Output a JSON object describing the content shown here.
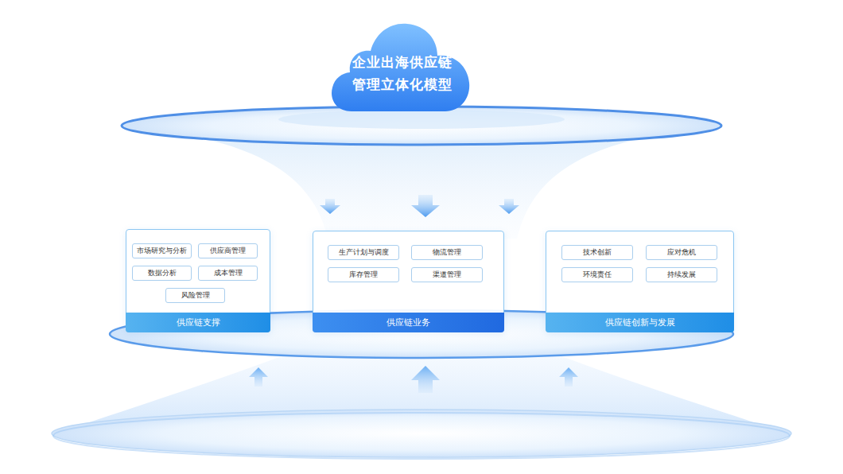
{
  "diagram": {
    "nodes": [
      {
        "text": [
          "企业出海供应链 管理立体化模型"
        ]
      },
      {
        "text": [
          "供应链支撑"
        ]
      },
      {
        "text": [
          "市场研究与分析"
        ],
        "in": 1
      },
      {
        "text": [
          "供应商管理"
        ],
        "in": 1
      },
      {
        "text": [
          "数据分析"
        ],
        "in": 1
      },
      {
        "text": [
          "成本管理"
        ],
        "in": 1
      },
      {
        "text": [
          "风险管理"
        ],
        "in": 1
      },
      {
        "text": [
          "供应链业务"
        ]
      },
      {
        "text": [
          "生产计划与调度"
        ],
        "in": 7
      },
      {
        "text": [
          "物流管理"
        ],
        "in": 7
      },
      {
        "text": [
          "库存管理"
        ],
        "in": 7
      },
      {
        "text": [
          "渠道管理"
        ],
        "in": 7
      },
      {
        "text": [
          "供应链创新与发展"
        ]
      },
      {
        "text": [
          "技术创新"
        ],
        "in": 12
      },
      {
        "text": [
          "应对危机"
        ],
        "in": 12
      },
      {
        "text": [
          "环境责任"
        ],
        "in": 12
      },
      {
        "text": [
          "持续发展"
        ],
        "in": 12
      }
    ]
  }
}
